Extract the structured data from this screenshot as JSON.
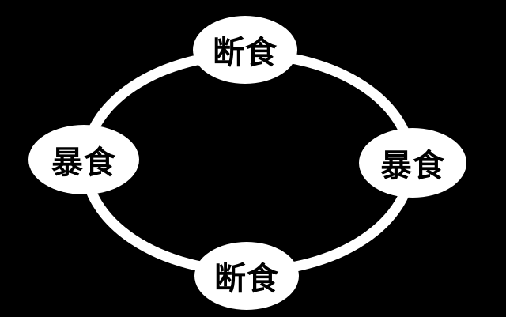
{
  "cycle": {
    "nodes": {
      "top": "断食",
      "right": "暴食",
      "bottom": "断食",
      "left": "暴食"
    }
  },
  "colors": {
    "background": "#000000",
    "ring": "#ffffff",
    "node_fill": "#ffffff",
    "node_text": "#000000"
  }
}
